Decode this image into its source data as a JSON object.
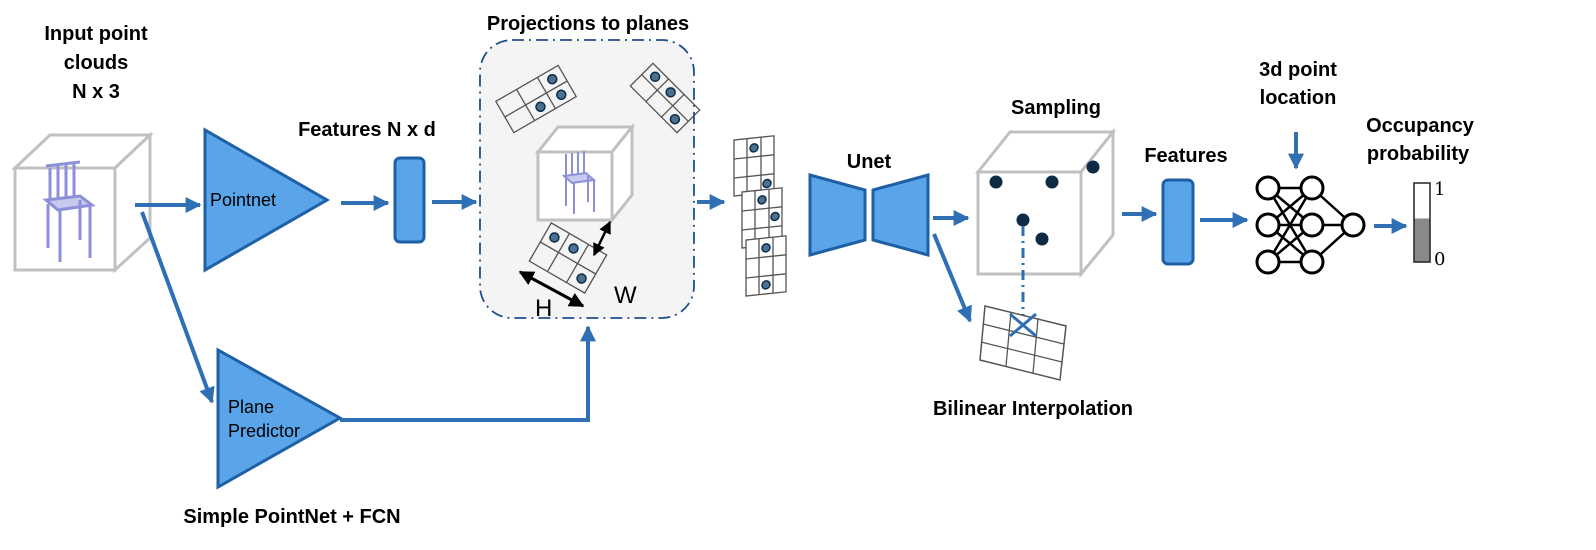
{
  "labels": {
    "input_line1": "Input point",
    "input_line2": "clouds",
    "input_line3": "N x 3",
    "pointnet": "Pointnet",
    "features_nd": "Features N x d",
    "projections": "Projections to planes",
    "h": "H",
    "w": "W",
    "unet": "Unet",
    "sampling": "Sampling",
    "features": "Features",
    "point_loc_line1": "3d point",
    "point_loc_line2": "location",
    "occ_line1": "Occupancy",
    "occ_line2": "probability",
    "scale_top": "1",
    "scale_bottom": "0",
    "plane_predictor_line1": "Plane",
    "plane_predictor_line2": "Predictor",
    "simple_pointnet": "Simple PointNet + FCN",
    "bilinear": "Bilinear Interpolation"
  },
  "icons": {
    "chair": "chair-icon",
    "grid": "grid-plane-icon",
    "network": "neural-network-icon"
  },
  "colors": {
    "accent_blue": "#5aa5ea",
    "arrow_blue": "#2f6fb3",
    "dark_navy": "#0d2b45"
  }
}
